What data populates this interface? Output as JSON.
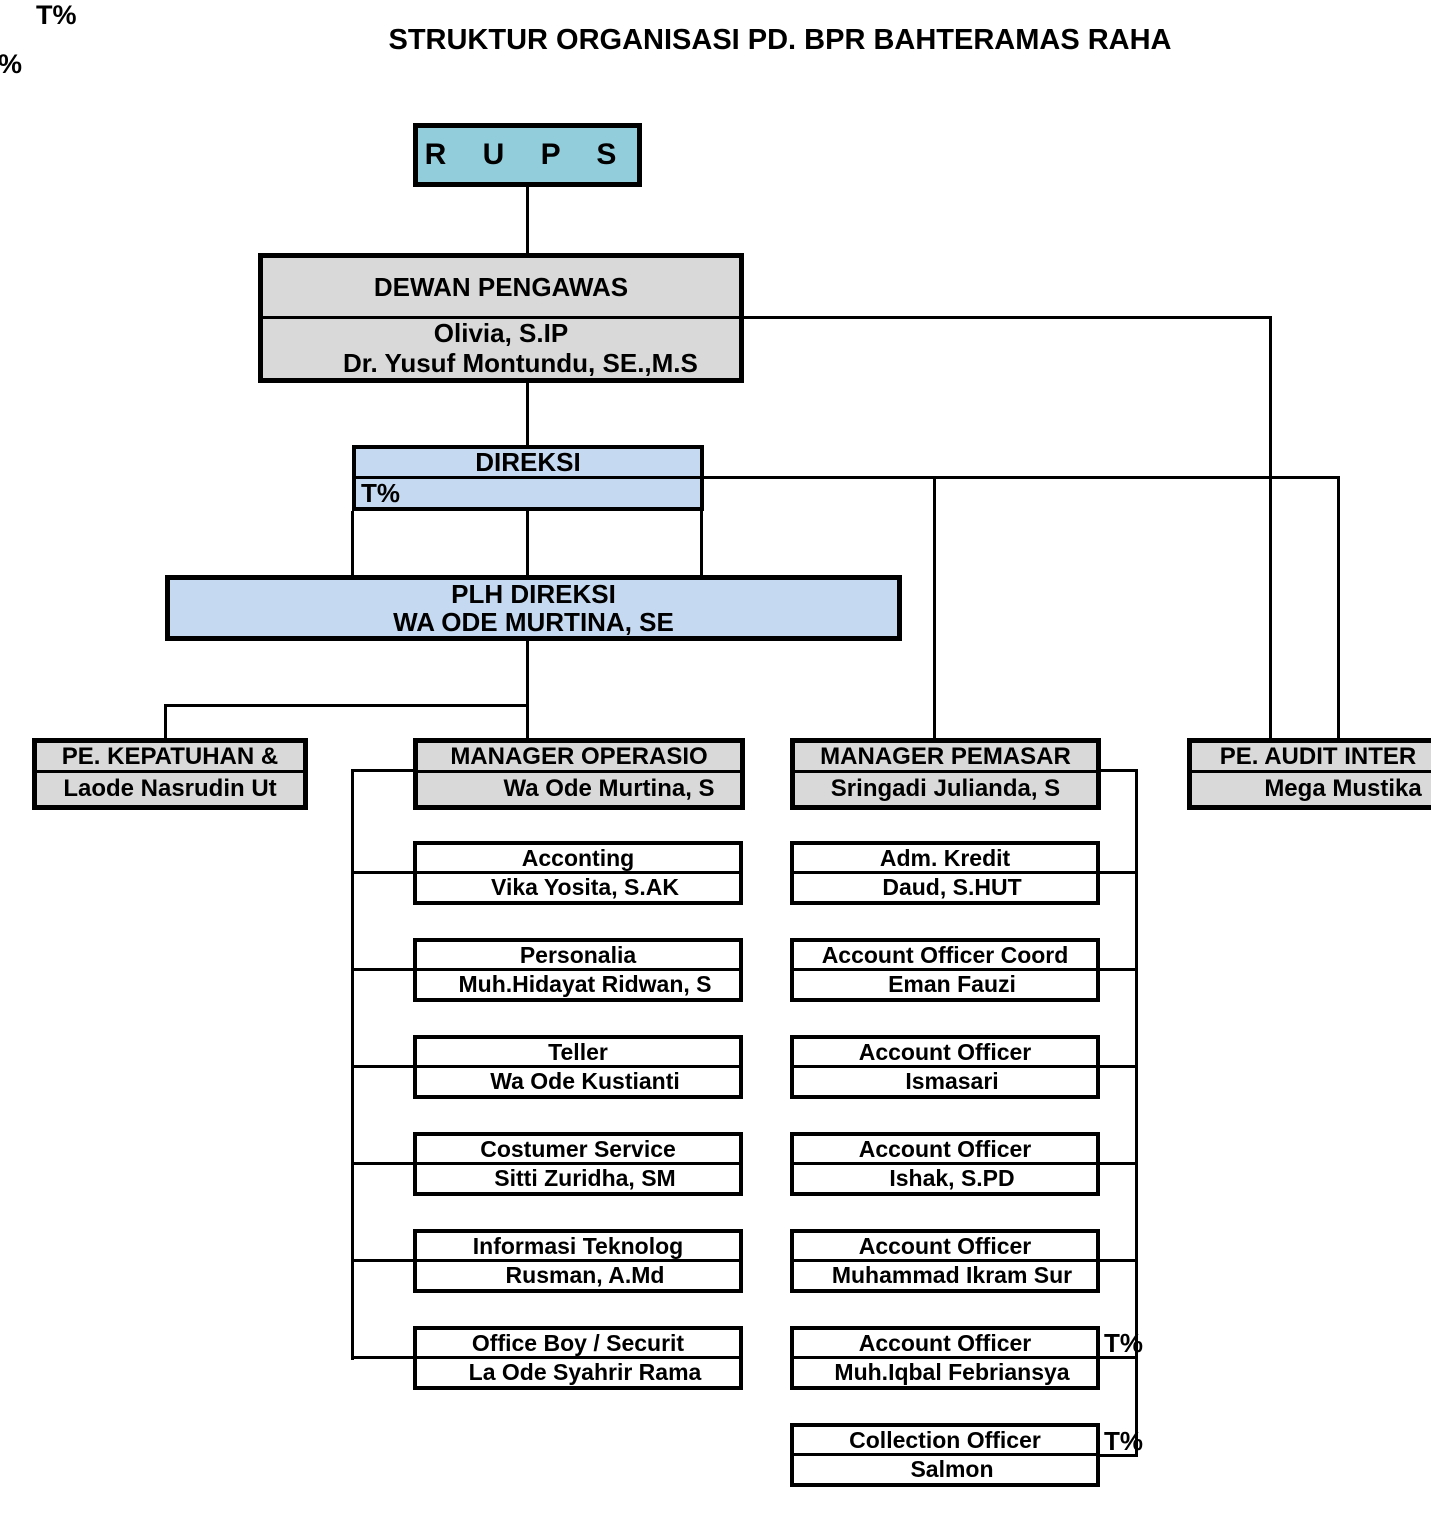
{
  "title": "STRUKTUR ORGANISASI PD. BPR BAHTERAMAS RAHA",
  "artifacts": {
    "top_left": "T%",
    "left_edge": "%",
    "direksi_row": "T%",
    "account_officer_row": "T%",
    "collection_officer_row": "T%"
  },
  "colors": {
    "rups_fill": "#92CDDC",
    "direksi_fill": "#C5D9F1",
    "gray_fill": "#D9D9D9",
    "unit_fill": "#FFFFFF",
    "line": "#000000"
  },
  "nodes": {
    "rups": {
      "title": "R U P S"
    },
    "dewan_pengawas": {
      "title": "DEWAN PENGAWAS",
      "member1": "Olivia, S.IP",
      "member2": "Dr. Yusuf Montundu, SE.,M.S"
    },
    "direksi": {
      "title": "DIREKSI"
    },
    "plh_direksi": {
      "title": "PLH DIREKSI",
      "name": "WA ODE MURTINA, SE"
    },
    "kepatuhan": {
      "title": "PE. KEPATUHAN &",
      "name": "Laode Nasrudin Ut"
    },
    "manager_operasional": {
      "title": "MANAGER OPERASIO",
      "name": "Wa Ode Murtina, S"
    },
    "manager_pemasaran": {
      "title": "MANAGER PEMASAR",
      "name": "Sringadi Julianda, S"
    },
    "audit_internal": {
      "title": "PE. AUDIT INTER",
      "name": "Mega Mustika"
    }
  },
  "operational_units": [
    {
      "title": "Acconting",
      "name": "Vika Yosita, S.AK"
    },
    {
      "title": "Personalia",
      "name": "Muh.Hidayat Ridwan, S"
    },
    {
      "title": "Teller",
      "name": "Wa Ode Kustianti"
    },
    {
      "title": "Costumer Service",
      "name": "Sitti Zuridha, SM"
    },
    {
      "title": "Informasi Teknolog",
      "name": "Rusman, A.Md"
    },
    {
      "title": "Office Boy / Securit",
      "name": "La Ode Syahrir Rama"
    }
  ],
  "marketing_units": [
    {
      "title": "Adm. Kredit",
      "name": "Daud, S.HUT"
    },
    {
      "title": "Account Officer Coord",
      "name": "Eman Fauzi"
    },
    {
      "title": "Account Officer",
      "name": "Ismasari"
    },
    {
      "title": "Account Officer",
      "name": "Ishak, S.PD"
    },
    {
      "title": "Account Officer",
      "name": "Muhammad Ikram Sur"
    },
    {
      "title": "Account Officer",
      "name": "Muh.Iqbal Febriansya"
    },
    {
      "title": "Collection Officer",
      "name": "Salmon"
    }
  ]
}
